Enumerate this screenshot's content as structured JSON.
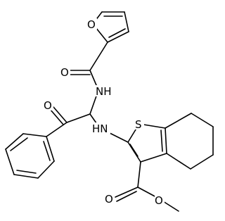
{
  "molecule": {
    "atom_labels": {
      "furan_o": "O",
      "amide_o": "O",
      "amide_nh": "NH",
      "ketone_o": "O",
      "amine_nh": "HN",
      "thiophene_s": "S",
      "ester_o_carbonyl": "O",
      "ester_o_methoxy": "O"
    }
  }
}
